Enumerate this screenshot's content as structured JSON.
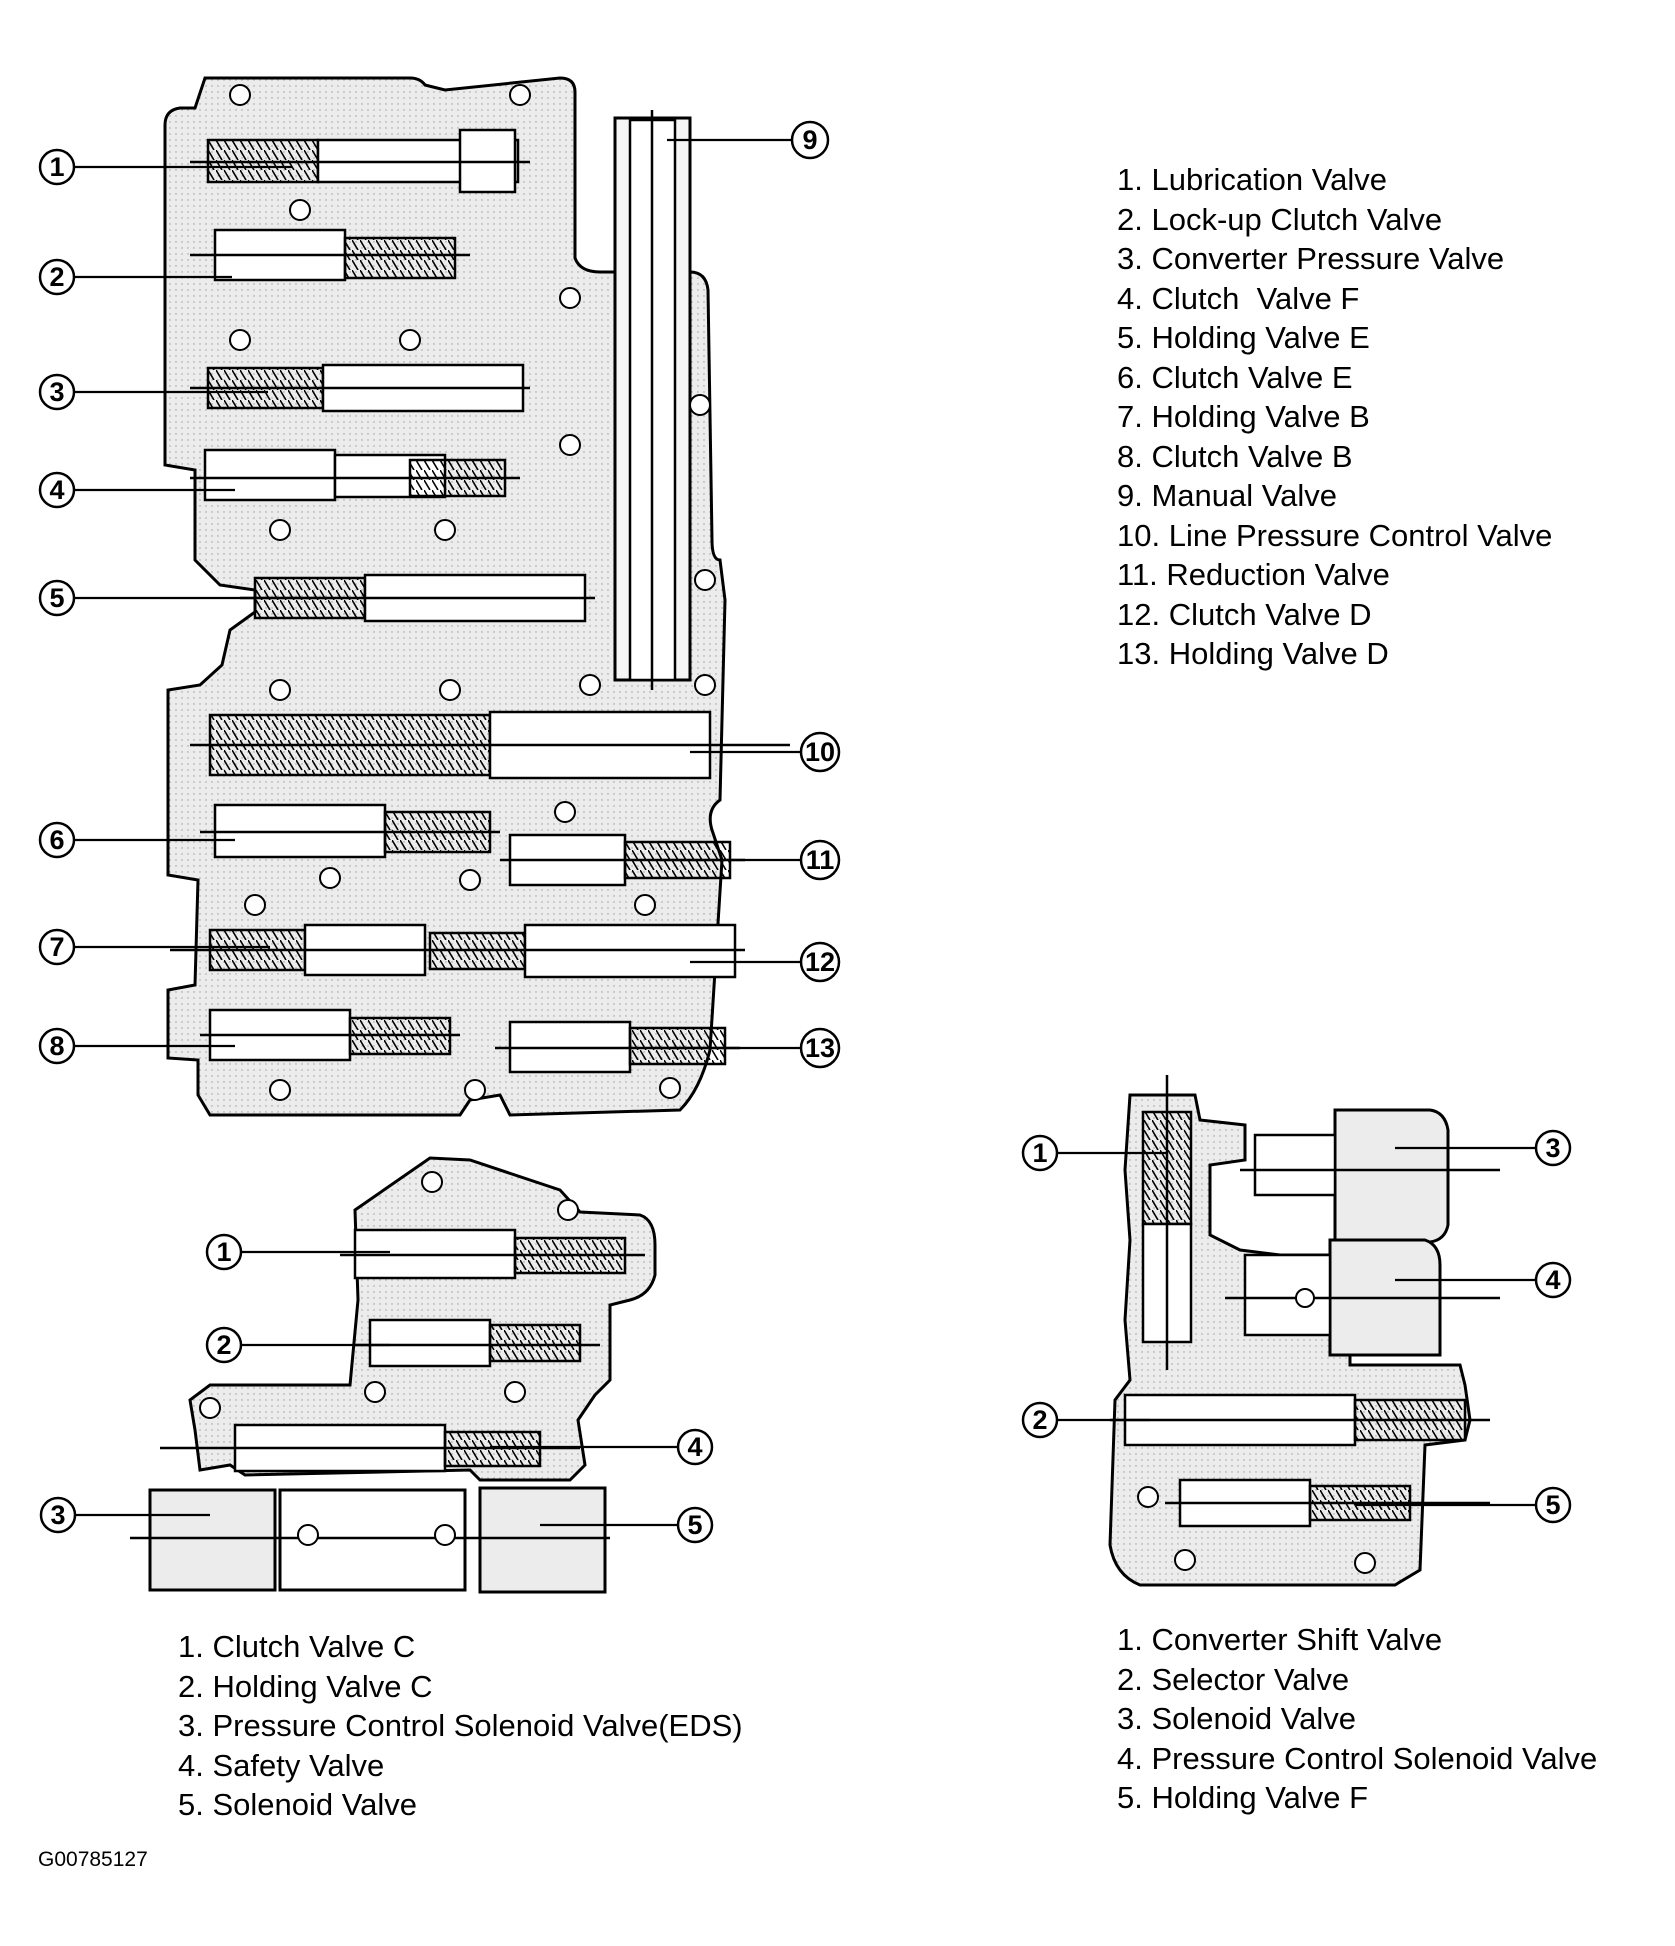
{
  "figure_id": "G00785127",
  "colors": {
    "ink": "#000000",
    "body_fill": "#e9e9e9",
    "paper": "#ffffff"
  },
  "icons": [
    "valve-body-illustration",
    "callout-circle-icon",
    "bolt-icon",
    "spring-icon"
  ],
  "upper_valve_body": {
    "callouts": [
      "1",
      "2",
      "3",
      "4",
      "5",
      "6",
      "7",
      "8",
      "9",
      "10",
      "11",
      "12",
      "13"
    ],
    "legend": [
      {
        "num": "1.",
        "label": "Lubrication Valve"
      },
      {
        "num": "2.",
        "label": "Lock-up Clutch Valve"
      },
      {
        "num": "3.",
        "label": "Converter Pressure Valve"
      },
      {
        "num": "4.",
        "label": "Clutch  Valve F"
      },
      {
        "num": "5.",
        "label": "Holding Valve E"
      },
      {
        "num": "6.",
        "label": "Clutch Valve E"
      },
      {
        "num": "7.",
        "label": "Holding Valve B"
      },
      {
        "num": "8.",
        "label": "Clutch Valve B"
      },
      {
        "num": "9.",
        "label": "Manual Valve"
      },
      {
        "num": "10.",
        "label": "Line Pressure Control Valve"
      },
      {
        "num": "11.",
        "label": "Reduction Valve"
      },
      {
        "num": "12.",
        "label": "Clutch Valve D"
      },
      {
        "num": "13.",
        "label": "Holding Valve D"
      }
    ]
  },
  "lower_left_valve_body": {
    "callouts": [
      "1",
      "2",
      "3",
      "4",
      "5"
    ],
    "legend": [
      {
        "num": "1.",
        "label": "Clutch Valve C"
      },
      {
        "num": "2.",
        "label": "Holding Valve C"
      },
      {
        "num": "3.",
        "label": "Pressure Control Solenoid Valve(EDS)"
      },
      {
        "num": "4.",
        "label": "Safety Valve"
      },
      {
        "num": "5.",
        "label": "Solenoid Valve"
      }
    ]
  },
  "lower_right_valve_body": {
    "callouts": [
      "1",
      "2",
      "3",
      "4",
      "5"
    ],
    "legend": [
      {
        "num": "1.",
        "label": "Converter Shift Valve"
      },
      {
        "num": "2.",
        "label": "Selector Valve"
      },
      {
        "num": "3.",
        "label": "Solenoid Valve"
      },
      {
        "num": "4.",
        "label": "Pressure Control Solenoid Valve"
      },
      {
        "num": "5.",
        "label": "Holding Valve F"
      }
    ]
  }
}
